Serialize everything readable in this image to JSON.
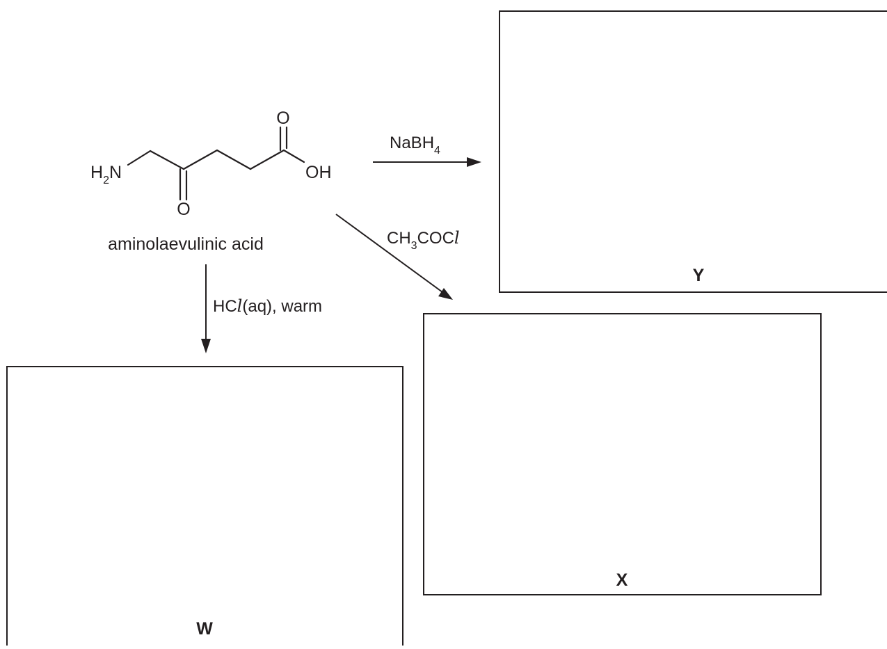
{
  "molecule": {
    "name": "aminolaevulinic acid",
    "atoms": {
      "amine_H": "H",
      "amine_sub": "2",
      "amine_N": "N",
      "ketone_O": "O",
      "acid_O": "O",
      "acid_OH": "OH"
    }
  },
  "reactions": {
    "to_Y": {
      "reagent": "NaBH",
      "reagent_sub": "4"
    },
    "to_X": {
      "reagent_a": "CH",
      "reagent_sub": "3",
      "reagent_b": "COC",
      "reagent_l": "l"
    },
    "to_W": {
      "reagent_a": "HC",
      "reagent_l": "l",
      "reagent_b": "(aq), warm"
    }
  },
  "products": {
    "Y": "Y",
    "X": "X",
    "W": "W"
  },
  "colors": {
    "ink": "#231f20",
    "background": "#ffffff"
  }
}
